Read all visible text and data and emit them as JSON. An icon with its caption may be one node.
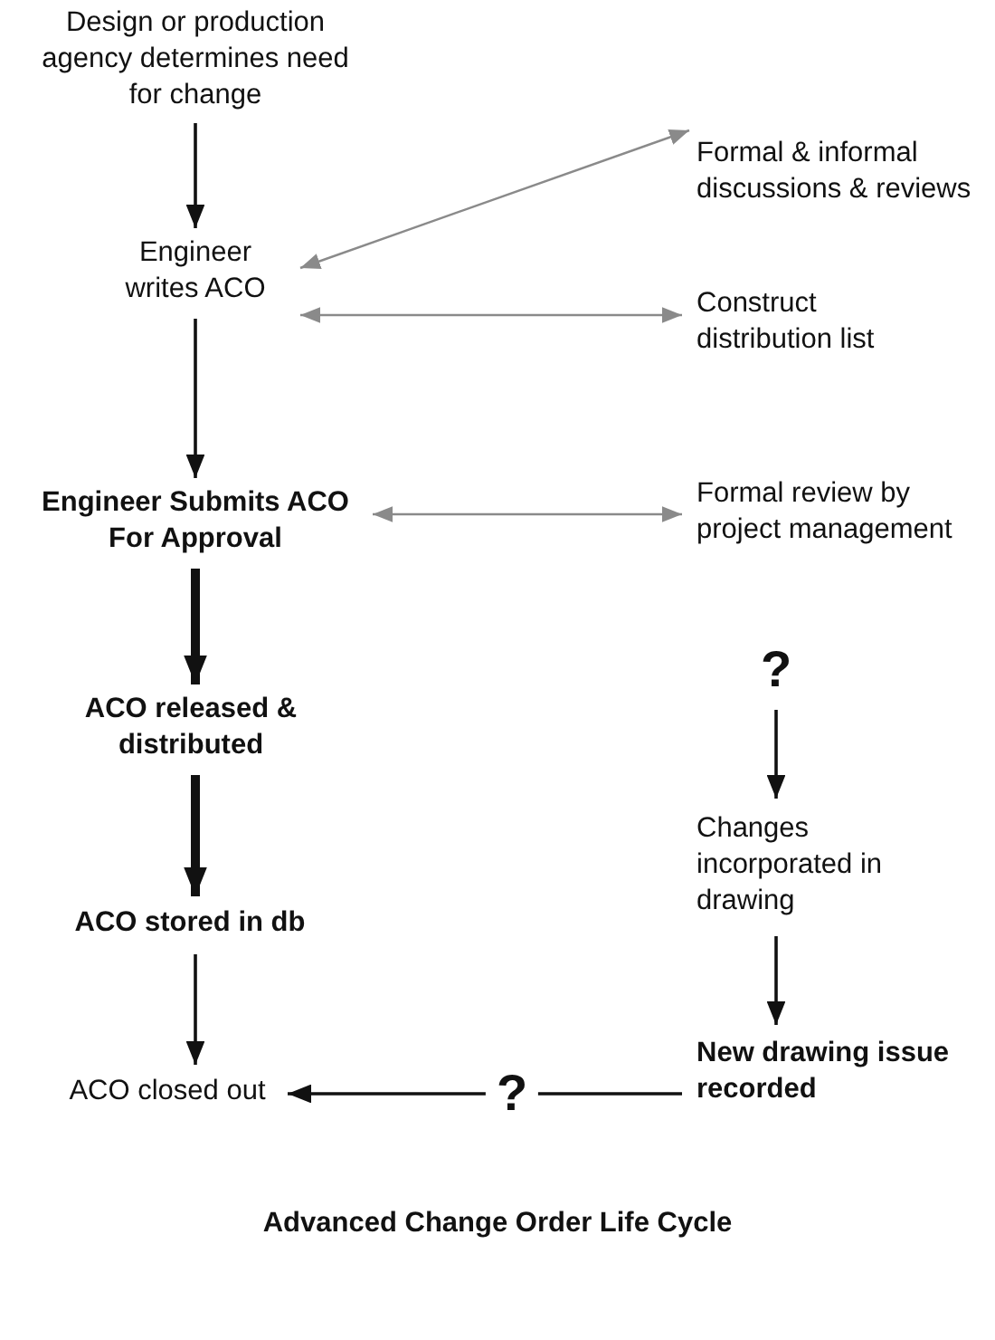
{
  "diagram": {
    "caption": "Advanced Change Order Life Cycle",
    "nodes": [
      {
        "text": [
          "Design or production agency determines need for change"
        ]
      },
      {
        "text": [
          "Engineer writes ACO"
        ]
      },
      {
        "text": [
          "Formal & informal discussions & reviews"
        ]
      },
      {
        "text": [
          "Construct distribution list"
        ]
      },
      {
        "text": [
          "Engineer Submits ACO For Approval"
        ]
      },
      {
        "text": [
          "Formal review by project management"
        ]
      },
      {
        "text": [
          "ACO released & distributed"
        ]
      },
      {
        "text": [
          "ACO stored in db"
        ]
      },
      {
        "text": [
          "ACO closed out"
        ]
      },
      {
        "text": [
          "?"
        ]
      },
      {
        "text": [
          "Changes incorporated in drawing"
        ]
      },
      {
        "text": [
          "New drawing issue recorded"
        ]
      }
    ],
    "edges": [
      {
        "from": 0,
        "to": 1,
        "arrow": "to"
      },
      {
        "from": 1,
        "to": 2,
        "arrow": "both",
        "color": "#8a8a8a"
      },
      {
        "from": 1,
        "to": 3,
        "arrow": "both",
        "color": "#8a8a8a"
      },
      {
        "from": 1,
        "to": 4,
        "arrow": "to"
      },
      {
        "from": 4,
        "to": 5,
        "arrow": "both",
        "color": "#8a8a8a"
      },
      {
        "from": 4,
        "to": 6,
        "arrow": "to",
        "style": "thick"
      },
      {
        "from": 6,
        "to": 7,
        "arrow": "to",
        "style": "thick"
      },
      {
        "from": 7,
        "to": 8,
        "arrow": "to"
      },
      {
        "from": 9,
        "to": 10,
        "arrow": "to"
      },
      {
        "from": 10,
        "to": 11,
        "arrow": "to"
      },
      {
        "from": 11,
        "to": 8,
        "arrow": "to",
        "label": "?"
      }
    ]
  }
}
